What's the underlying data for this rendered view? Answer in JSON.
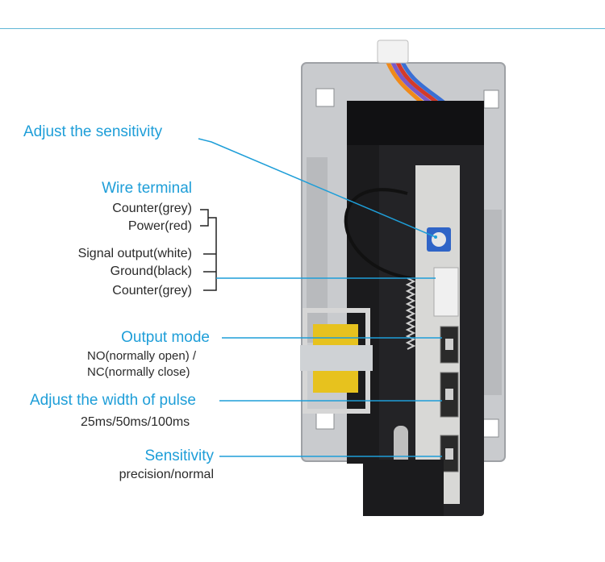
{
  "labels": {
    "adjust_sensitivity": "Adjust the sensitivity",
    "wire_terminal": "Wire terminal",
    "counter_grey_1": "Counter(grey)",
    "power_red": "Power(red)",
    "signal_output": "Signal output(white)",
    "ground_black": "Ground(black)",
    "counter_grey_2": "Counter(grey)",
    "output_mode": "Output mode",
    "no_mode": "NO(normally open) /",
    "nc_mode": "NC(normally close)",
    "adjust_pulse": "Adjust the width of pulse",
    "pulse_values": "25ms/50ms/100ms",
    "sensitivity": "Sensitivity",
    "sensitivity_values": "precision/normal"
  },
  "colors": {
    "accent": "#1e9ed8",
    "text": "#2a2a2a",
    "leader_line": "#1e9ed8",
    "bracket": "#222222",
    "panel_metal": "#c9cbce",
    "housing": "#1b1b1d",
    "coil": "#e7c21e"
  }
}
